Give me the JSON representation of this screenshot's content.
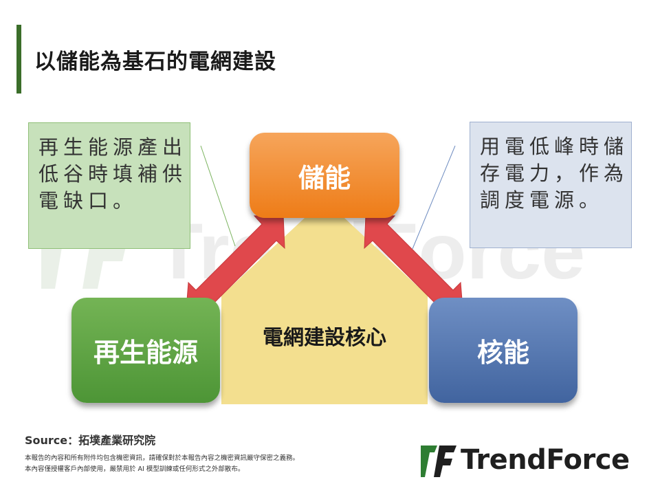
{
  "title": "以儲能為基石的電網建設",
  "diagram": {
    "storage_label": "儲能",
    "renewable_label": "再生能源",
    "nuclear_label": "核能",
    "core_label": "電網建設核心",
    "note_left": [
      "再生能源產出",
      "低谷時填補供",
      "電缺口。"
    ],
    "note_right": [
      "用電低峰時儲",
      "存電力，作為",
      "調度電源。"
    ]
  },
  "footer": {
    "source": "Source：拓墣產業研究院",
    "disclaimer_1": "本報告的內容和所有附件均包含機密資訊，請確保對於本報告內容之機密資訊嚴守保密之義務。",
    "disclaimer_2": "本內容僅授權客戶內部使用，嚴禁用於 AI 模型訓練或任何形式之外部散布。"
  },
  "logo": {
    "text": "TrendForce",
    "color": "#2e7d32"
  },
  "colors": {
    "accent": "#3b6e2a",
    "storage": "#ee7c17",
    "renewable": "#4d9536",
    "nuclear": "#41649f",
    "arrow": "#e0484c",
    "core": "#f3df8f"
  }
}
